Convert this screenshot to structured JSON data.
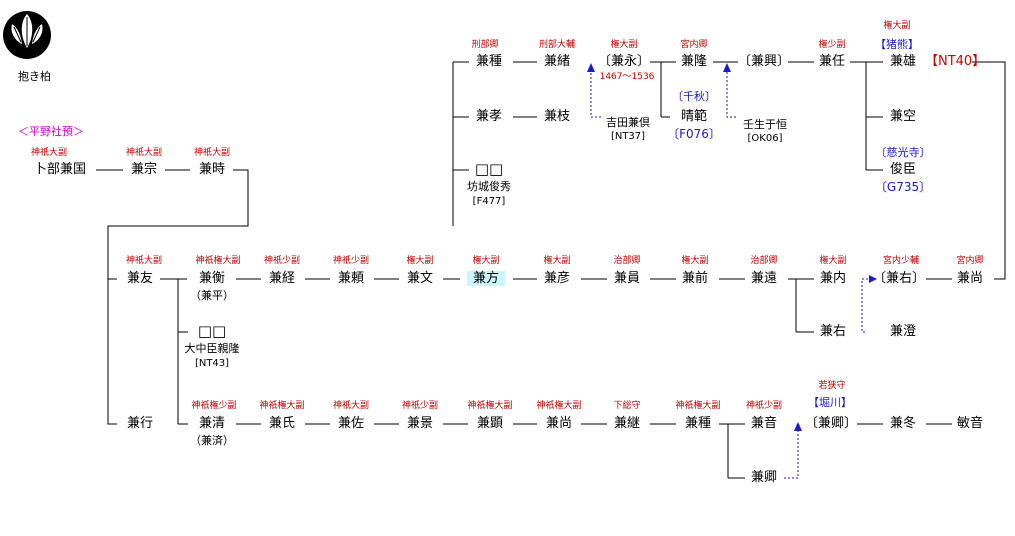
{
  "crest": {
    "label": "抱き柏"
  },
  "family_label": "＜平野社預＞",
  "people": {
    "kanekuni": "卜部兼国",
    "kanemune": "兼宗",
    "kanetoki": "兼時",
    "kanetomo": "兼友",
    "kanehira": "兼衡",
    "kanehira_alt": "（兼平）",
    "kanetsune": "兼経",
    "kaneyori": "兼頼",
    "kanefumi": "兼文",
    "kanekata": "兼方",
    "kanehiko": "兼彦",
    "kanekazu": "兼員",
    "kanesaki": "兼前",
    "kanetoo": "兼遠",
    "kaneuchi": "兼内",
    "kaneu2": "〔兼右〕",
    "kanenao": "兼尚",
    "kaneu1": "兼右",
    "kanezumi": "兼澄",
    "chikataka_sq": "□□",
    "chikataka": "大中臣親隆",
    "chikataka_ref": "[NT43]",
    "kaneyuki": "兼行",
    "kanekiyo": "兼清",
    "kanekiyo_alt": "（兼済）",
    "kaneuji": "兼氏",
    "kanesuke": "兼佐",
    "kanekage": "兼景",
    "kaneaki": "兼顕",
    "kanenao2": "兼尚",
    "kanetsugu": "兼継",
    "kanetane2": "兼種",
    "kaneoto": "兼音",
    "kanenori_b": "〔兼卿〕",
    "kanefuyu": "兼冬",
    "toshioto": "敏音",
    "kanenori_a": "兼卿",
    "kanetane": "兼種",
    "kaneo": "兼緒",
    "kanenaga": "〔兼永〕",
    "kanetaka": "兼隆",
    "kaneoki": "〔兼興〕",
    "kanetou": "兼任",
    "kaneo2": "兼雄",
    "kanekuu": "兼空",
    "toshiomi": "俊臣",
    "kanetaka2": "兼孝",
    "kaneeda": "兼枝",
    "bojo_sq": "□□",
    "bojo": "坊城俊秀",
    "bojo_ref": "[F477]",
    "kanemoto": "吉田兼倶",
    "kanemoto_ref": "[NT37]",
    "harunori": "晴範",
    "mibu": "壬生于恒",
    "mibu_ref": "[OK06]"
  },
  "titles": {
    "kanekuni": "神祇大副",
    "kanemune": "神祇大副",
    "kanetoki": "神祇大副",
    "kanetomo": "神祇大副",
    "kanehira": "神祇権大副",
    "kanetsune": "神祇少副",
    "kaneyori": "神祇少副",
    "kanefumi": "権大副",
    "kanekata": "権大副",
    "kanehiko": "権大副",
    "kanekazu": "治部卿",
    "kanesaki": "権大副",
    "kanetoo": "治部卿",
    "kaneuchi": "権大副",
    "kaneu2": "宮内少輔",
    "kanenao": "宮内卿",
    "kanekiyo": "神祇権少副",
    "kaneuji": "神祇権大副",
    "kanesuke": "神祇大副",
    "kanekage": "神祇少副",
    "kaneaki": "神祇権大副",
    "kanenao2": "神祇権大副",
    "kanetsugu": "下総守",
    "kanetane2": "神祇権大副",
    "kaneoto": "神祇少副",
    "kanenori_b": "若狭守",
    "kanetane": "刑部卿",
    "kaneo": "刑部大輔",
    "kanenaga": "権大副",
    "kanetaka": "宮内卿",
    "kanetou": "権少副",
    "kaneo2": "権大副"
  },
  "notes": {
    "dates": "1467～1536",
    "kanenori_b_house": "【堀川】",
    "kaneo2_house": "【猪熊】",
    "kaneo2_ref": "【NT40】",
    "harunori_house": "〔千秋〕",
    "harunori_ref": "〔F076〕",
    "toshiomi_house": "〔慈光寺〕",
    "toshiomi_ref": "〔G735〕"
  },
  "colors": {
    "title": "#c00000",
    "blue": "#1a1ad0",
    "red": "#d00000",
    "magenta": "#d000d0",
    "highlight": "#ccf4ff"
  }
}
